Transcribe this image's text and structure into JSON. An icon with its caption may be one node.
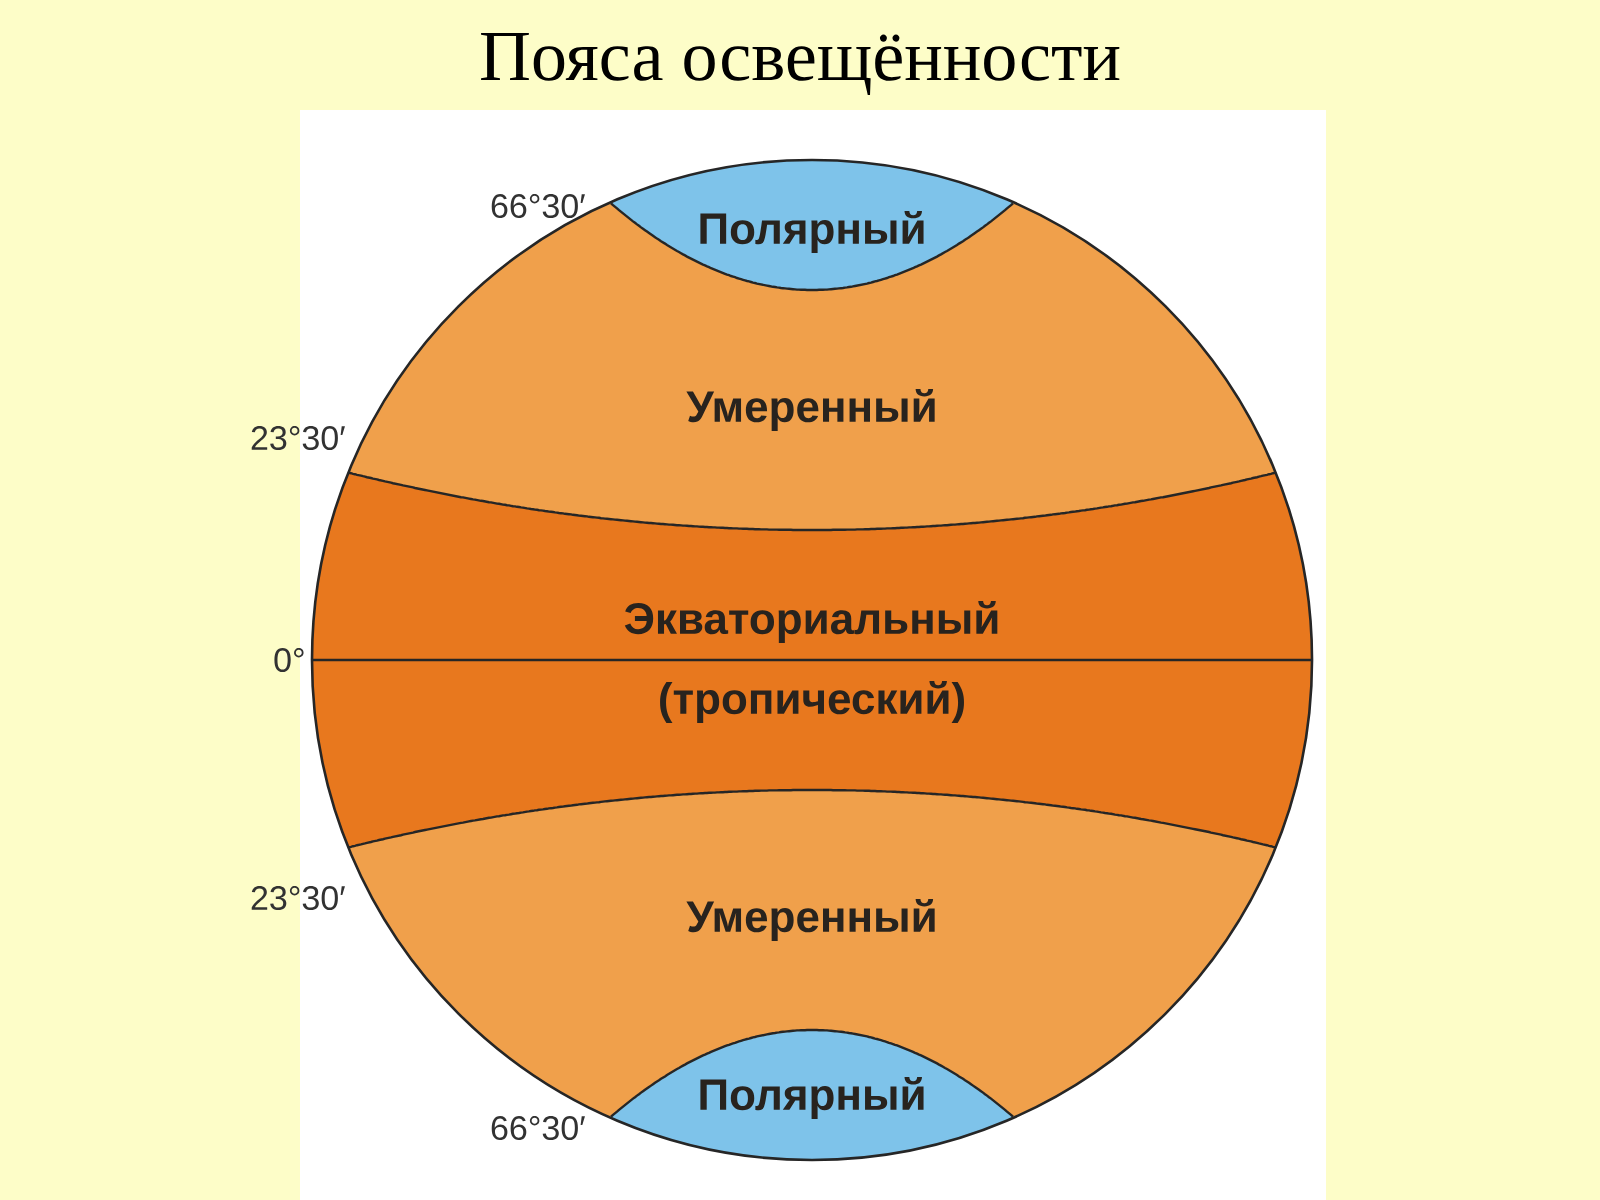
{
  "diagram": {
    "title": "Пояса освещённости",
    "nodes": [
      {
        "text": [
          "Полярный"
        ]
      },
      {
        "text": [
          "Умеренный"
        ]
      },
      {
        "text": [
          "Экваториальный (тропический)"
        ]
      },
      {
        "text": [
          "Умеренный"
        ]
      },
      {
        "text": [
          "Полярный"
        ]
      }
    ],
    "labels": [
      "66°30′",
      "23°30′",
      "0°",
      "23°30′",
      "66°30′"
    ]
  }
}
